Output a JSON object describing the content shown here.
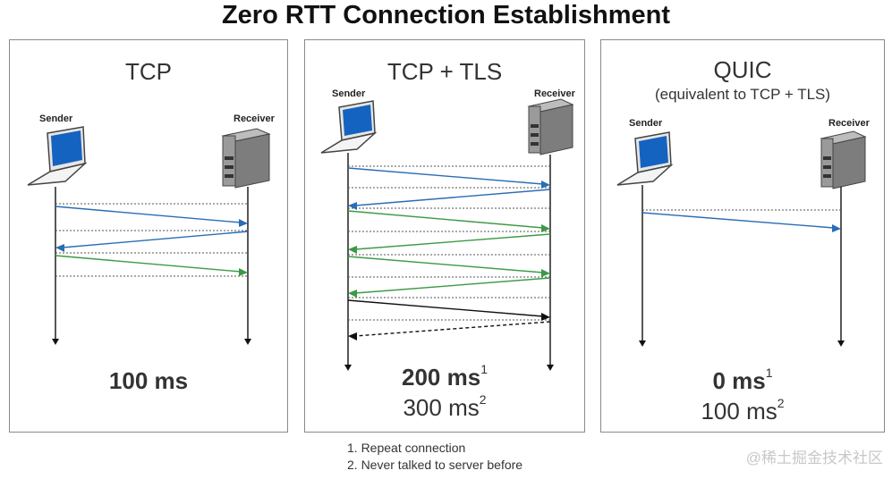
{
  "title": "Zero RTT Connection Establishment",
  "panels": {
    "tcp": {
      "title": "TCP",
      "sender": "Sender",
      "receiver": "Receiver",
      "result": "100 ms"
    },
    "tls": {
      "title": "TCP + TLS",
      "sender": "Sender",
      "receiver": "Receiver",
      "result1": "200 ms",
      "result1_sup": "1",
      "result2": "300 ms",
      "result2_sup": "2"
    },
    "quic": {
      "title": "QUIC",
      "subtitle": "(equivalent to TCP + TLS)",
      "sender": "Sender",
      "receiver": "Receiver",
      "result1": "0 ms",
      "result1_sup": "1",
      "result2": "100 ms",
      "result2_sup": "2"
    }
  },
  "footnotes": [
    "1. Repeat connection",
    "2. Never talked to server before"
  ],
  "watermark": "@稀土掘金技术社区",
  "colors": {
    "blue": "#2a6db5",
    "green": "#3b9a44",
    "black": "#111111",
    "dotted": "#555555"
  }
}
